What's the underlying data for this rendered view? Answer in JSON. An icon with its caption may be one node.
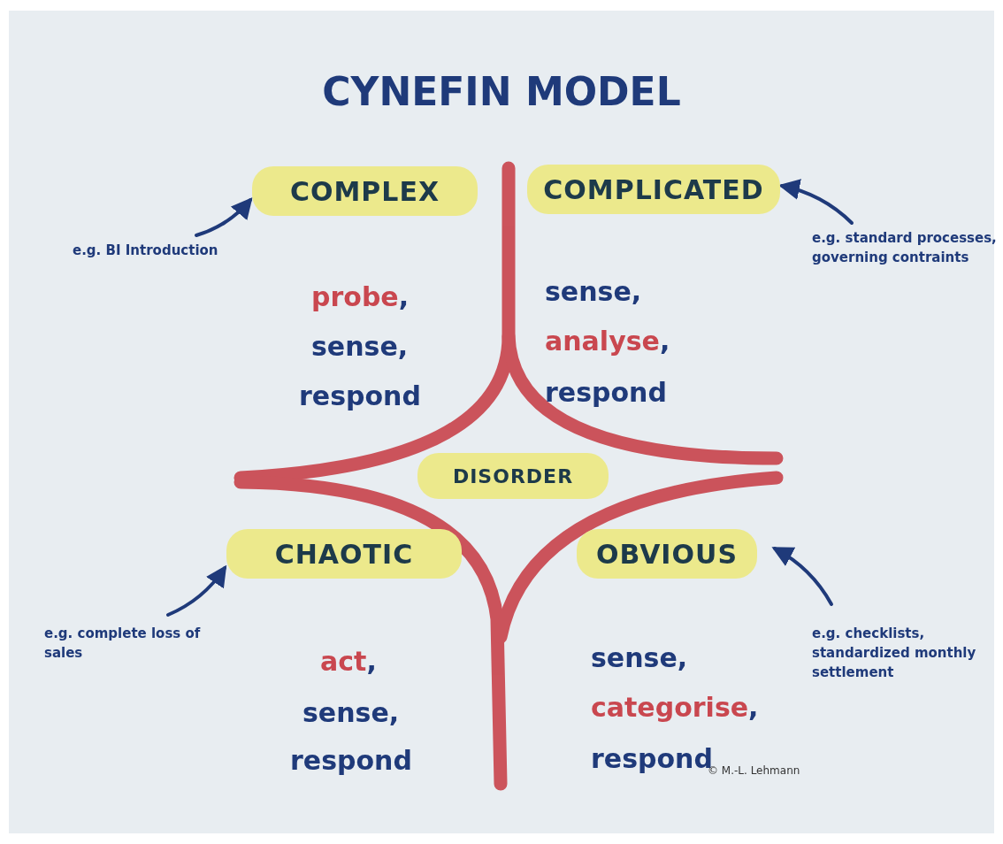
{
  "diagram": {
    "title": "CYNEFIN MODEL",
    "nodes": [
      {
        "text": [
          "COMPLEX"
        ]
      },
      {
        "text": [
          "COMPLICATED"
        ]
      },
      {
        "text": [
          "DISORDER"
        ]
      },
      {
        "text": [
          "CHAOTIC"
        ]
      },
      {
        "text": [
          "OBVIOUS"
        ]
      },
      {
        "text": [
          "e.g. BI Introduction"
        ]
      },
      {
        "text": [
          "e.g. standard processes, governing contraints"
        ]
      },
      {
        "text": [
          "e.g. complete loss of sales"
        ]
      },
      {
        "text": [
          "e.g. checklists, standardized monthly settlement"
        ]
      }
    ],
    "edges": [
      {
        "from": 5,
        "to": 0,
        "arrow": "to"
      },
      {
        "from": 6,
        "to": 1,
        "arrow": "to"
      },
      {
        "from": 7,
        "to": 3,
        "arrow": "to"
      },
      {
        "from": 8,
        "to": 4,
        "arrow": "to"
      }
    ],
    "labels": [
      "probe,",
      "sense,",
      "respond",
      "sense,",
      "analyse,",
      "respond",
      "act,",
      "sense,",
      "respond",
      "sense,",
      "categorise,",
      "respond",
      "© M.-L. Lehmann"
    ]
  }
}
